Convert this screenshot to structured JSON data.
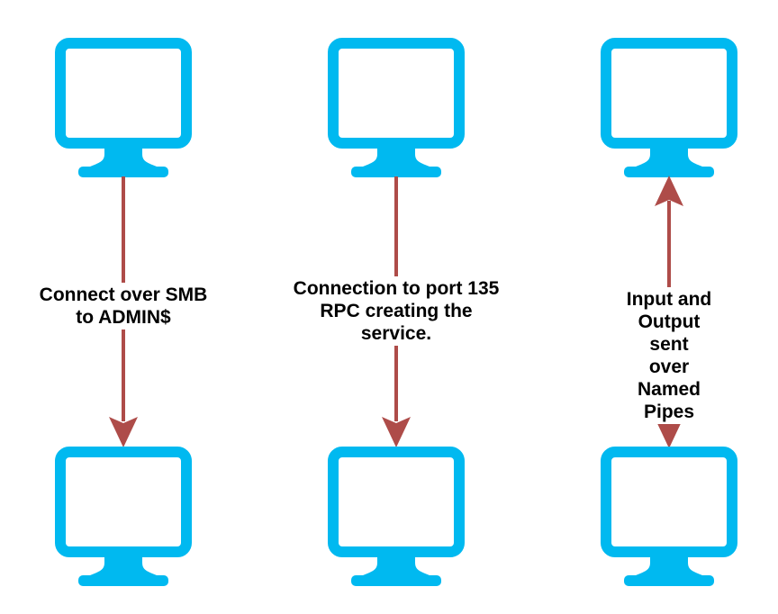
{
  "diagram": {
    "background_color": "#ffffff",
    "monitor_color": "#00b9f0",
    "arrow_color": "#ae4c49",
    "label_text_color": "#000000",
    "columns": [
      {
        "name": "smb-connection",
        "source_icon": "computer-monitor",
        "target_icon": "computer-monitor",
        "arrow_direction": "down",
        "label": "Connect over SMB\nto ADMIN$"
      },
      {
        "name": "rpc-service-creation",
        "source_icon": "computer-monitor",
        "target_icon": "computer-monitor",
        "arrow_direction": "down",
        "label": "Connection to port 135\nRPC creating the\nservice."
      },
      {
        "name": "named-pipes-io",
        "source_icon": "computer-monitor",
        "target_icon": "computer-monitor",
        "arrow_direction": "bidirectional",
        "label": "Input and Output sent\nover Named Pipes"
      }
    ]
  }
}
